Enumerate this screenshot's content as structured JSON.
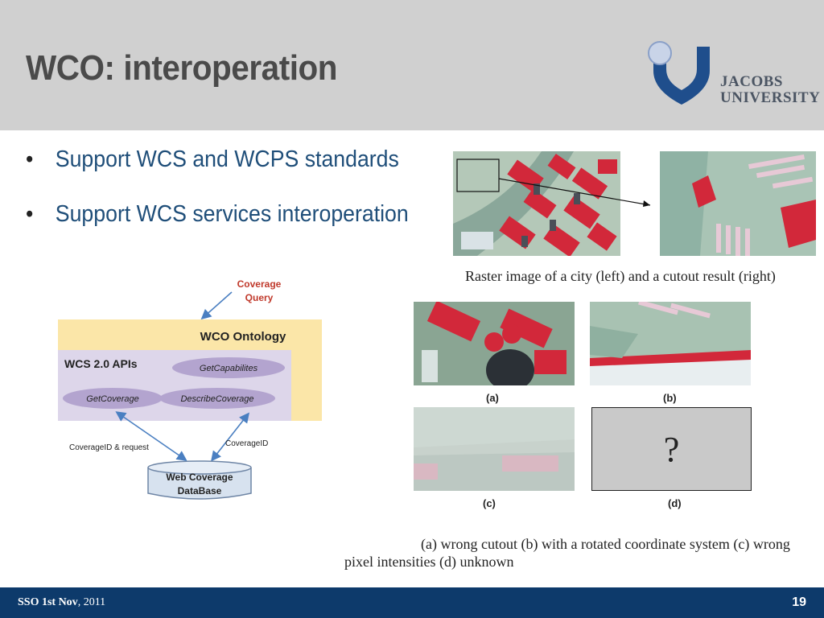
{
  "slide": {
    "title": "WCO: interoperation",
    "page_number": "19",
    "footer_bold": "SSO 1st Nov",
    "footer_rest": ", 2011"
  },
  "logo": {
    "line1": "JACOBS",
    "line2": "UNIVERSITY"
  },
  "bullets": [
    {
      "symbol": "•",
      "text": "Support WCS and WCPS standards"
    },
    {
      "symbol": "•",
      "text": "Support WCS services interoperation"
    }
  ],
  "diagram": {
    "coverage_query_line1": "Coverage",
    "coverage_query_line2": "Query",
    "ontology_label": "WCO Ontology",
    "wcs_apis_label": "WCS 2.0 APIs",
    "op_getcapabilities": "GetCapabilites",
    "op_getcoverage": "GetCoverage",
    "op_describecoverage": "DescribeCoverage",
    "edge_left": "CoverageID & request",
    "edge_right": "CoverageID",
    "db_line1": "Web Coverage",
    "db_line2": "DataBase"
  },
  "figures": {
    "top_caption": "Raster image of a city (left) and a cutout result (right)",
    "label_a": "(a)",
    "label_b": "(b)",
    "label_c": "(c)",
    "label_d": "(d)",
    "unknown_glyph": "?",
    "bottom_caption_line1": "(a) wrong cutout (b) with a rotated coordinate system (c) wrong",
    "bottom_caption_line2": "pixel intensities (d) unknown"
  },
  "colors": {
    "header_bg": "#d0d0d0",
    "title": "#4a4a4a",
    "bullet_text": "#1f4e79",
    "footer_bg": "#0d3a6b",
    "ontology_fill": "#fbe6a8",
    "wcs_fill": "#ddd6ea",
    "op_fill": "#b3a4cf",
    "query_text": "#c0392b",
    "arrow": "#4a7fc1",
    "logo_blue": "#1f4e8c"
  }
}
